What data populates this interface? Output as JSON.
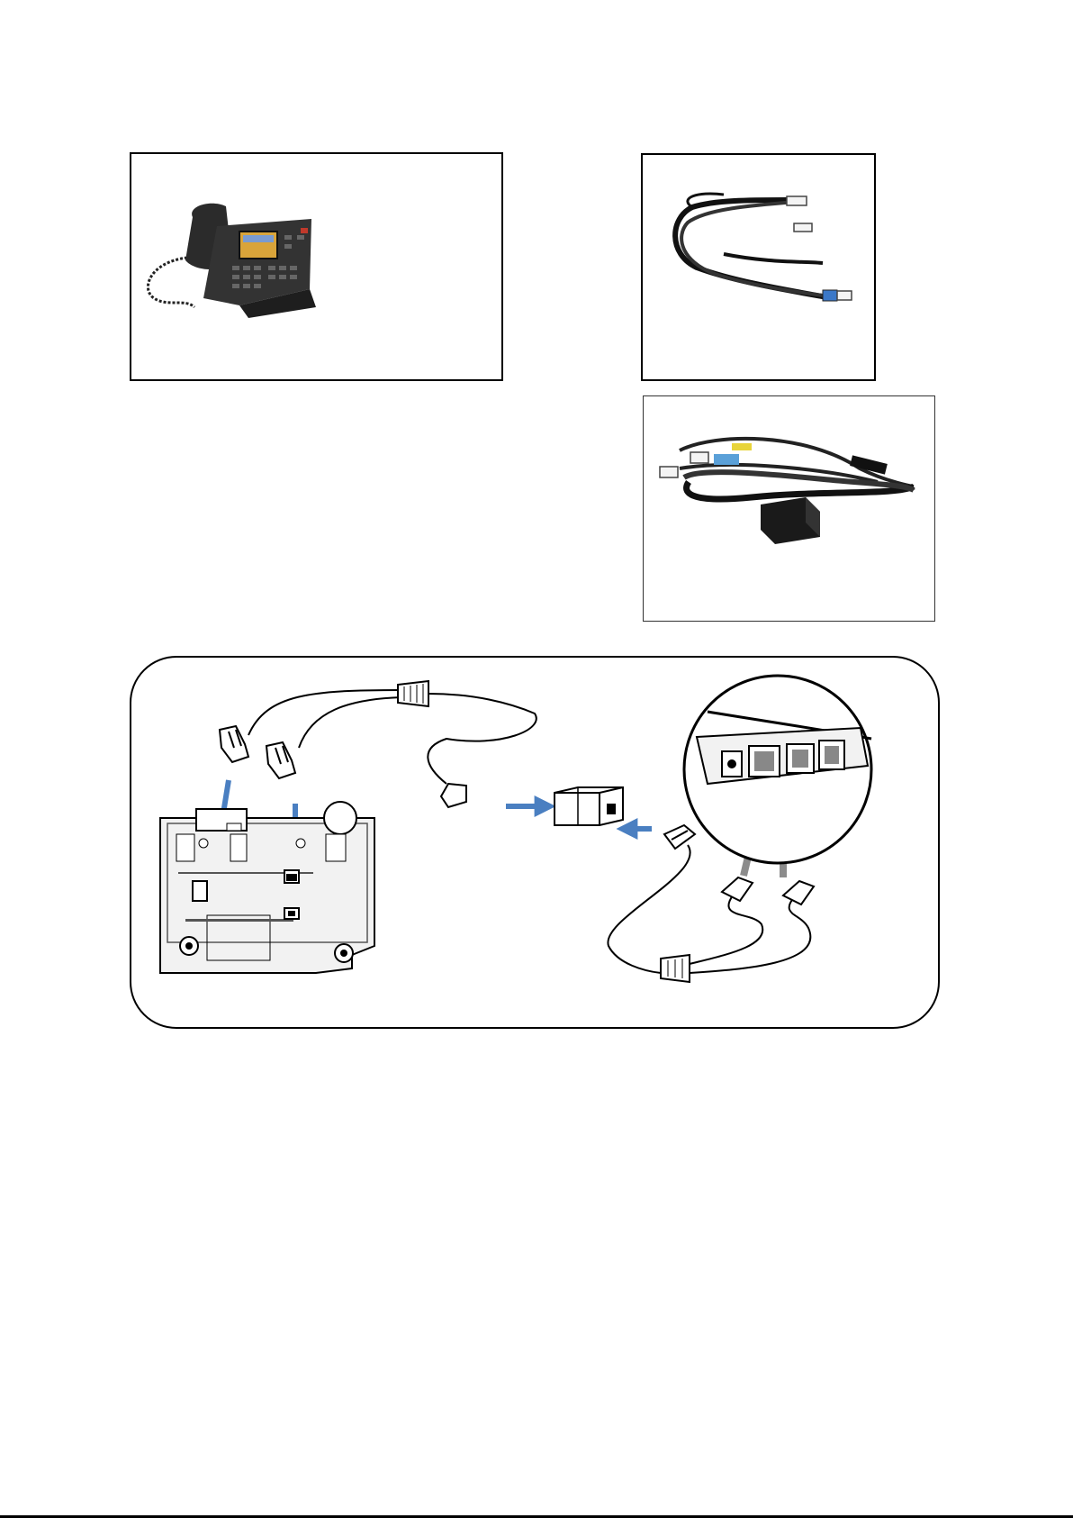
{
  "colors": {
    "arrow_blue": "#4a7fc1",
    "arrow_grey": "#8c8c8c",
    "line": "#000000",
    "device_fill": "#f2f2f2",
    "phone_body": "#2b2b2b",
    "screen": "#d9a43a",
    "plug_blue": "#3b78c8",
    "plug_yellow": "#e8d43a"
  },
  "panels": [
    {
      "id": "phone",
      "content": "desk-phone-photo"
    },
    {
      "id": "cable",
      "content": "rj-cable-photo"
    },
    {
      "id": "adapter",
      "content": "splitter-cable-photo"
    },
    {
      "id": "diagram",
      "content": "connection-diagram"
    }
  ],
  "icons": [
    "desk-phone-icon",
    "rj-cable-icon",
    "splitter-cable-icon",
    "coupler-icon",
    "base-station-icon",
    "arrow-icon"
  ]
}
